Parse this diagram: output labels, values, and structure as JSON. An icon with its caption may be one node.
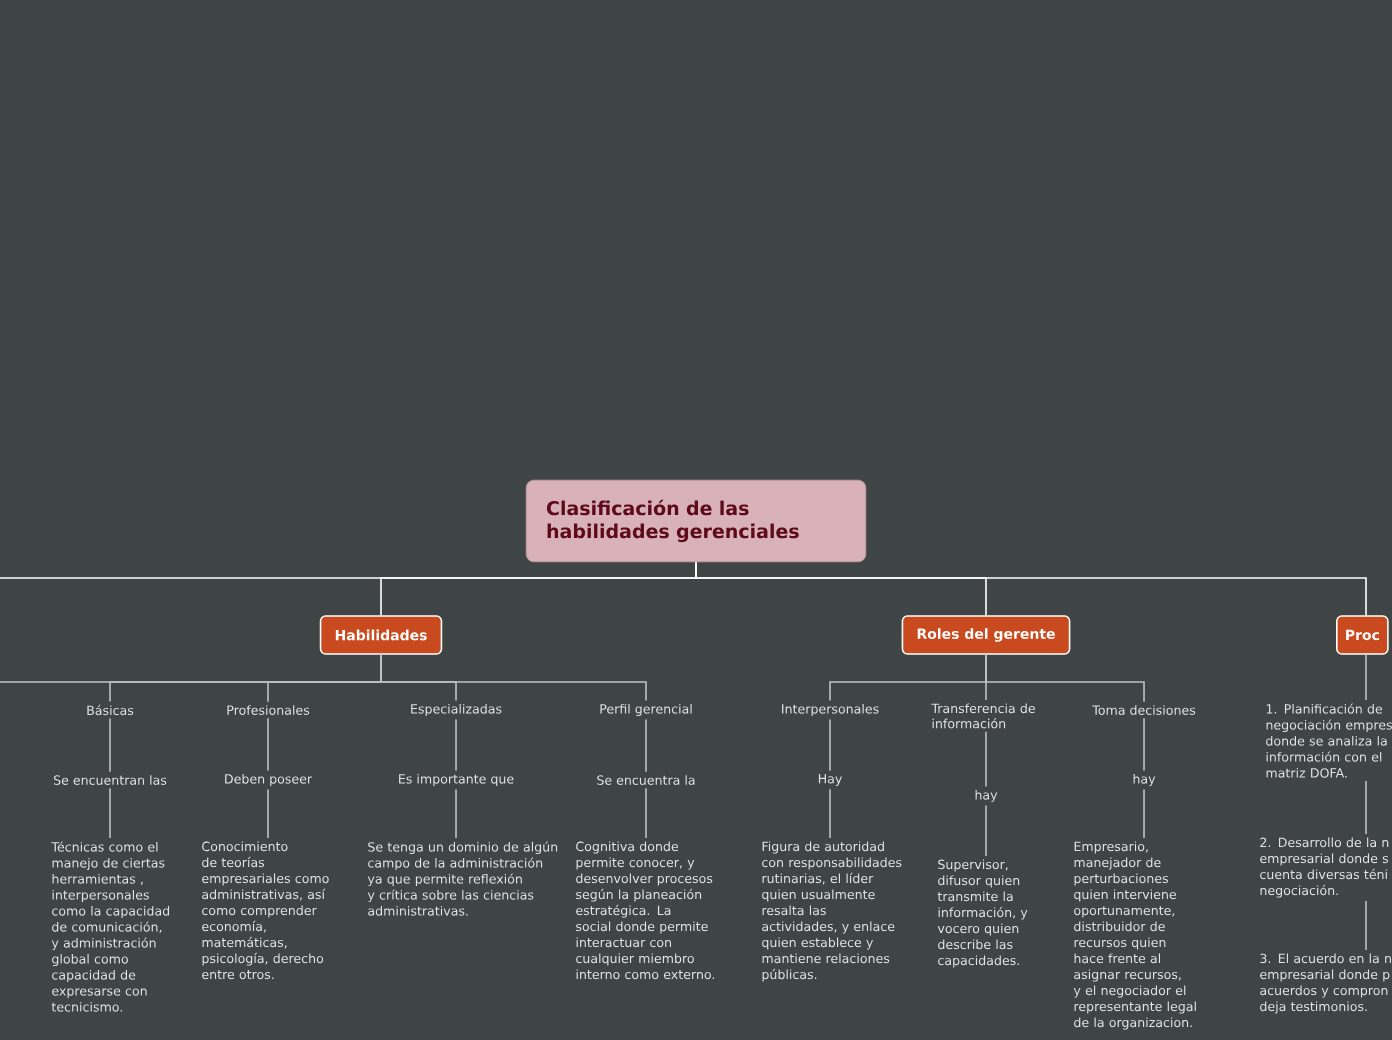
{
  "diagram": {
    "nodes": [
      {
        "text": [
          "Clasificación de las habilidades gerenciales"
        ]
      },
      {
        "text": [
          "Habilidades"
        ]
      },
      {
        "text": [
          "Básicas"
        ]
      },
      {
        "text": [
          "Se encuentran las"
        ]
      },
      {
        "text": [
          "Técnicas como el manejo de ciertas herramientas , interpersonales como la capacidad de comunicación, y administración global como capacidad de expresarse con tecnicismo."
        ]
      },
      {
        "text": [
          "Profesionales"
        ]
      },
      {
        "text": [
          "Deben poseer"
        ]
      },
      {
        "text": [
          "Conocimiento de teorías empresariales como administrativas, así como comprender economía, matemáticas, psicología, derecho entre otros."
        ]
      },
      {
        "text": [
          "Especializadas"
        ]
      },
      {
        "text": [
          "Es importante que"
        ]
      },
      {
        "text": [
          "Se tenga un dominio de algún campo de la administración ya que permite reflexión y crítica sobre las ciencias administrativas."
        ]
      },
      {
        "text": [
          "Perfil gerencial"
        ]
      },
      {
        "text": [
          "Se encuentra la"
        ]
      },
      {
        "text": [
          "Cognitiva donde permite conocer, y desenvolver procesos según la planeación estratégica. La social donde permite interactuar con cualquier miembro interno como externo."
        ]
      },
      {
        "text": [
          "Roles del gerente"
        ]
      },
      {
        "text": [
          "Interpersonales"
        ]
      },
      {
        "text": [
          "Hay"
        ]
      },
      {
        "text": [
          "Figura de autoridad con responsabilidades rutinarias, el líder quien usualmente resalta las actividades, y enlace quien establece y mantiene relaciones públicas."
        ]
      },
      {
        "text": [
          "Transferencia de información"
        ]
      },
      {
        "text": [
          "hay"
        ]
      },
      {
        "text": [
          "Supervisor, difusor quien transmite la información, y vocero quien describe las capacidades."
        ]
      },
      {
        "text": [
          "Toma decisiones"
        ]
      },
      {
        "text": [
          "hay"
        ]
      },
      {
        "text": [
          "Empresario, manejador de perturbaciones quien interviene oportunamente, distribuidor de recursos quien hace frente al asignar recursos, y el negociador  el representante legal de la organizacion."
        ]
      },
      {
        "text": [
          "Proc"
        ]
      },
      {
        "text": [
          "1. Planificación de negociación empres donde se analiza la información con el matriz DOFA."
        ]
      },
      {
        "text": [
          "2. Desarrollo de la n empresarial donde s cuenta diversas téni negociación."
        ]
      },
      {
        "text": [
          "3. El acuerdo en la n empresarial donde p acuerdos y compron deja testimonios."
        ]
      }
    ],
    "edges": [
      {
        "from": 0,
        "to": null,
        "arrow": "none"
      },
      {
        "from": 0,
        "to": 1,
        "arrow": "none"
      },
      {
        "from": 0,
        "to": 14,
        "arrow": "none"
      },
      {
        "from": 0,
        "to": 24,
        "arrow": "none"
      },
      {
        "from": 1,
        "to": null,
        "arrow": "none"
      },
      {
        "from": 1,
        "to": 2,
        "arrow": "none"
      },
      {
        "from": 1,
        "to": 5,
        "arrow": "none"
      },
      {
        "from": 1,
        "to": 8,
        "arrow": "none"
      },
      {
        "from": 1,
        "to": 11,
        "arrow": "none"
      },
      {
        "from": 2,
        "to": 3,
        "arrow": "none"
      },
      {
        "from": 3,
        "to": 4,
        "arrow": "none"
      },
      {
        "from": 5,
        "to": 6,
        "arrow": "none"
      },
      {
        "from": 6,
        "to": 7,
        "arrow": "none"
      },
      {
        "from": 8,
        "to": 9,
        "arrow": "none"
      },
      {
        "from": 9,
        "to": 10,
        "arrow": "none"
      },
      {
        "from": 11,
        "to": 12,
        "arrow": "none"
      },
      {
        "from": 12,
        "to": 13,
        "arrow": "none"
      },
      {
        "from": 14,
        "to": 15,
        "arrow": "none"
      },
      {
        "from": 14,
        "to": 18,
        "arrow": "none"
      },
      {
        "from": 14,
        "to": 21,
        "arrow": "none"
      },
      {
        "from": 15,
        "to": 16,
        "arrow": "none"
      },
      {
        "from": 16,
        "to": 17,
        "arrow": "none"
      },
      {
        "from": 18,
        "to": 19,
        "arrow": "none"
      },
      {
        "from": 19,
        "to": 20,
        "arrow": "none"
      },
      {
        "from": 21,
        "to": 22,
        "arrow": "none"
      },
      {
        "from": 22,
        "to": 23,
        "arrow": "none"
      },
      {
        "from": 24,
        "to": 25,
        "arrow": "none"
      },
      {
        "from": 25,
        "to": 26,
        "arrow": "none"
      },
      {
        "from": 26,
        "to": 27,
        "arrow": "none"
      }
    ]
  }
}
